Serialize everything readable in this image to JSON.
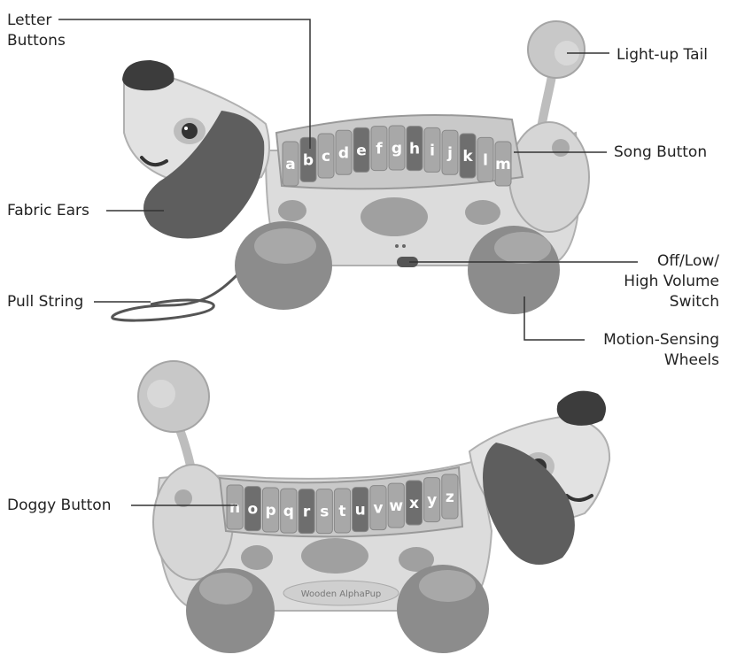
{
  "labels": {
    "letter_buttons": [
      "Letter",
      "Buttons"
    ],
    "light_up_tail": "Light-up Tail",
    "song_button": "Song Button",
    "fabric_ears": "Fabric Ears",
    "volume_switch": [
      "Off/Low/",
      "High Volume",
      "Switch"
    ],
    "pull_string": "Pull String",
    "motion_wheels": [
      "Motion-Sensing",
      "Wheels"
    ],
    "doggy_button": "Doggy Button"
  },
  "keys_top": [
    "a",
    "b",
    "c",
    "d",
    "e",
    "f",
    "g",
    "h",
    "i",
    "j",
    "k",
    "l",
    "m"
  ],
  "keys_bottom": [
    "n",
    "o",
    "p",
    "q",
    "r",
    "s",
    "t",
    "u",
    "v",
    "w",
    "x",
    "y",
    "z"
  ],
  "badge": "Wooden AlphaPup",
  "colors": {
    "body": "#d9d9d9",
    "body_dark": "#b5b5b5",
    "spot": "#9a9a9a",
    "ear": "#5e5e5e",
    "nose": "#3c3c3c",
    "wheel": "#8f8f8f",
    "key_light": "#a8a8a8",
    "key_dark": "#6e6e6e",
    "line": "#333333"
  }
}
